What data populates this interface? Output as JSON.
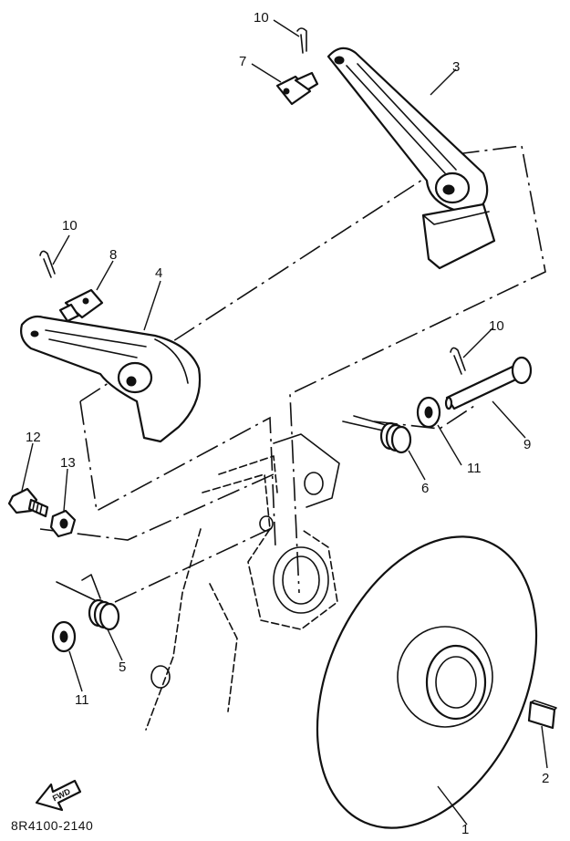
{
  "callouts": [
    {
      "id": "c10a",
      "text": "10"
    },
    {
      "id": "c7",
      "text": "7"
    },
    {
      "id": "c3",
      "text": "3"
    },
    {
      "id": "c10b",
      "text": "10"
    },
    {
      "id": "c8",
      "text": "8"
    },
    {
      "id": "c4",
      "text": "4"
    },
    {
      "id": "c10c",
      "text": "10"
    },
    {
      "id": "c9",
      "text": "9"
    },
    {
      "id": "c6",
      "text": "6"
    },
    {
      "id": "c11a",
      "text": "11"
    },
    {
      "id": "c12",
      "text": "12"
    },
    {
      "id": "c13",
      "text": "13"
    },
    {
      "id": "c5",
      "text": "5"
    },
    {
      "id": "c11b",
      "text": "11"
    },
    {
      "id": "c2",
      "text": "2"
    },
    {
      "id": "c1",
      "text": "1"
    }
  ],
  "fwd_label": "FWD",
  "drawing_code": "8R4100-2140"
}
